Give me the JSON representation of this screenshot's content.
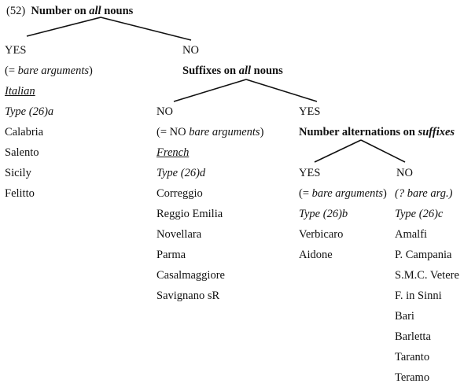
{
  "example": {
    "number": "(52)",
    "root_prefix": "Number on ",
    "root_em": "all",
    "root_suffix": " nouns"
  },
  "left_branch": {
    "answer": "YES",
    "gloss_open": "(= ",
    "gloss_em": "bare arguments",
    "gloss_close": ")",
    "language": "Italian",
    "type_label": "Type (26)a",
    "items": [
      "Calabria",
      "Salento",
      "Sicily",
      "Felitto"
    ]
  },
  "right_branch": {
    "answer": "NO",
    "node_prefix": "Suffixes on ",
    "node_em": "all",
    "node_suffix": " nouns"
  },
  "mid_branch": {
    "answer": "NO",
    "gloss_open": "(= NO ",
    "gloss_em": "bare arguments",
    "gloss_close": ")",
    "language": "French",
    "type_label": "Type (26)d",
    "items": [
      "Correggio",
      "Reggio Emilia",
      "Novellara",
      "Parma",
      "Casalmaggiore",
      "Savignano sR"
    ]
  },
  "yes_branch": {
    "answer": "YES",
    "node_prefix": "Number alternations on ",
    "node_em": "suffixes"
  },
  "yes_yes": {
    "answer": "YES",
    "gloss_open": "(= ",
    "gloss_em": "bare arguments",
    "gloss_close": ")",
    "type_label": "Type (26)b",
    "items": [
      "Verbicaro",
      "Aidone"
    ]
  },
  "yes_no": {
    "answer": "NO",
    "gloss": "(? bare arg.)",
    "type_label": "Type (26)c",
    "items": [
      "Amalfi",
      "P. Campania",
      "S.M.C. Vetere",
      "F. in Sinni",
      "Bari",
      "Barletta",
      "Taranto",
      "Teramo"
    ]
  }
}
